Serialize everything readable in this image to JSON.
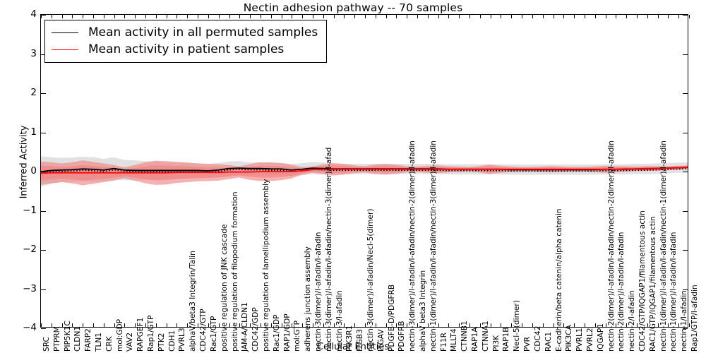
{
  "chart_data": {
    "type": "line",
    "title": "Nectin adhesion pathway -- 70 samples",
    "xlabel": "Cellular Entities",
    "ylabel": "Inferred Activity",
    "ylim": [
      -4,
      4
    ],
    "yticks": [
      -4,
      -3,
      -2,
      -1,
      0,
      1,
      2,
      3,
      4
    ],
    "grid": false,
    "legend_position": "upper left",
    "legend": [
      {
        "label": "Mean activity in all permuted samples",
        "color": "#000000",
        "style": "solid-black"
      },
      {
        "label": "Mean activity in patient samples",
        "color": "#ff0000",
        "style": "solid-red"
      }
    ],
    "bands": [
      {
        "name": "permuted-std-band",
        "color": "#c8c8c8",
        "opacity": 0.55
      },
      {
        "name": "patient-std-band",
        "color": "#f08080",
        "opacity": 0.75
      }
    ],
    "categories": [
      "SRC",
      "PTPRM",
      "PIP5K1C",
      "CLDN1",
      "FARP2",
      "TLN1",
      "CRK",
      "mol:GDP",
      "VAV2",
      "RAPGEF1",
      "Rap1/GTP",
      "PTK2",
      "CDH1",
      "PVRL3",
      "alphaV/beta3 Integrin/Talin",
      "CDC42/GTP",
      "Rac1/GTP",
      "positive regulation of JNK cascade",
      "positive regulation of filopodium formation",
      "JAM-A/CLDN1",
      "CDC42/GDP",
      "positive regulation of lamellipodium assembly",
      "Rac1/GDP",
      "RAP1/GDP",
      "mol:GTP",
      "adherens junction assembly",
      "nectin-3(dimer)/l-afadin/l-afadin",
      "nectin-3(dimer)/l-afadin/l-afadin/nectin-3(dimer)/l-afad",
      "nectin-3/l-afadin",
      "PIK3R1",
      "ITGB3",
      "nectin-3(dimer)/l-afadin/Necl-5(dimer)",
      "ITGAV",
      "PDGFB-D/PDGFRB",
      "PDGFRB",
      "nectin-3(dimer)/l-afadin/l-afadin/nectin-2(dimer)/l-afadin",
      "alphaV beta3 Integrin",
      "nectin-1(dimer)/l-afadin/l-afadin/nectin-3(dimer)/l-afadin",
      "F11R",
      "MLLT4",
      "CTNNB1",
      "RAP1A",
      "CTNNA1",
      "PI3K",
      "RAP1B",
      "Necl-5(dimer)",
      "PVR",
      "CDC42",
      "RAC1",
      "E-cadherin/beta catenin/alpha catenin",
      "PIK3CA",
      "PVRL1",
      "PVRL2",
      "IQGAP1",
      "nectin-2(dimer)/l-afadin/l-afadin/nectin-2(dimer)/l-afadin",
      "nectin-2(dimer)/l-afadin/l-afadin",
      "nectin-2/l-afadin",
      "CDC42/GTP/IQGAP1/filamentous actin",
      "RAC1/GTP/IQGAP1/filamentous actin",
      "nectin-1(dimer)/l-afadin/l-afadin/nectin-1(dimer)/l-afadin",
      "nectin-1(dimer)/l-afadin/l-afadin",
      "nectin-1/l-afadin",
      "Rap1/GTP/l-afadin"
    ],
    "series": [
      {
        "name": "Mean activity in all permuted samples",
        "color": "#000000",
        "values": [
          -0.02,
          0.01,
          0.02,
          0.03,
          0.05,
          0.04,
          0.02,
          0.06,
          0.02,
          0.01,
          0.01,
          0.01,
          0.01,
          0.01,
          0.01,
          0.01,
          0.0,
          0.02,
          0.06,
          0.07,
          0.06,
          0.06,
          0.05,
          0.05,
          0.02,
          0.04,
          0.07,
          0.06,
          0.05,
          0.05,
          0.05,
          0.05,
          0.05,
          0.05,
          0.05,
          0.05,
          0.05,
          0.05,
          0.05,
          0.04,
          0.04,
          0.04,
          0.04,
          0.04,
          0.04,
          0.03,
          0.03,
          0.03,
          0.03,
          0.03,
          0.03,
          0.03,
          0.03,
          0.03,
          0.04,
          0.04,
          0.04,
          0.05,
          0.05,
          0.06,
          0.07,
          0.08,
          0.09
        ],
        "std": [
          0.15,
          0.13,
          0.12,
          0.12,
          0.12,
          0.12,
          0.11,
          0.11,
          0.1,
          0.1,
          0.09,
          0.09,
          0.08,
          0.08,
          0.08,
          0.07,
          0.07,
          0.07,
          0.07,
          0.07,
          0.06,
          0.06,
          0.06,
          0.06,
          0.06,
          0.06,
          0.06,
          0.06,
          0.05,
          0.05,
          0.05,
          0.05,
          0.05,
          0.05,
          0.05,
          0.05,
          0.05,
          0.05,
          0.05,
          0.05,
          0.05,
          0.05,
          0.05,
          0.05,
          0.05,
          0.05,
          0.05,
          0.05,
          0.05,
          0.05,
          0.05,
          0.05,
          0.05,
          0.05,
          0.05,
          0.05,
          0.05,
          0.05,
          0.05,
          0.05,
          0.05,
          0.05,
          0.05
        ]
      },
      {
        "name": "Mean activity in patient samples",
        "color": "#ff0000",
        "values": [
          -0.06,
          -0.05,
          -0.05,
          -0.05,
          -0.05,
          -0.05,
          -0.05,
          -0.05,
          -0.05,
          -0.05,
          -0.05,
          -0.05,
          -0.05,
          -0.04,
          -0.04,
          -0.04,
          -0.04,
          -0.04,
          -0.03,
          -0.03,
          -0.03,
          -0.02,
          -0.02,
          -0.02,
          -0.02,
          0.0,
          0.03,
          0.04,
          0.04,
          0.04,
          0.04,
          0.04,
          0.04,
          0.04,
          0.04,
          0.04,
          0.04,
          0.04,
          0.04,
          0.04,
          0.04,
          0.04,
          0.04,
          0.04,
          0.04,
          0.04,
          0.04,
          0.04,
          0.04,
          0.04,
          0.04,
          0.04,
          0.04,
          0.04,
          0.04,
          0.04,
          0.05,
          0.05,
          0.06,
          0.06,
          0.07,
          0.08,
          0.09
        ],
        "std": [
          0.3,
          0.27,
          0.24,
          0.27,
          0.32,
          0.28,
          0.24,
          0.2,
          0.14,
          0.2,
          0.27,
          0.31,
          0.3,
          0.27,
          0.25,
          0.23,
          0.22,
          0.21,
          0.18,
          0.14,
          0.2,
          0.24,
          0.24,
          0.22,
          0.18,
          0.1,
          0.08,
          0.12,
          0.16,
          0.14,
          0.1,
          0.08,
          0.12,
          0.14,
          0.12,
          0.08,
          0.07,
          0.09,
          0.1,
          0.08,
          0.07,
          0.06,
          0.08,
          0.12,
          0.09,
          0.07,
          0.06,
          0.06,
          0.07,
          0.08,
          0.07,
          0.06,
          0.06,
          0.07,
          0.09,
          0.08,
          0.07,
          0.06,
          0.06,
          0.06,
          0.05,
          0.05,
          0.05
        ]
      }
    ]
  }
}
